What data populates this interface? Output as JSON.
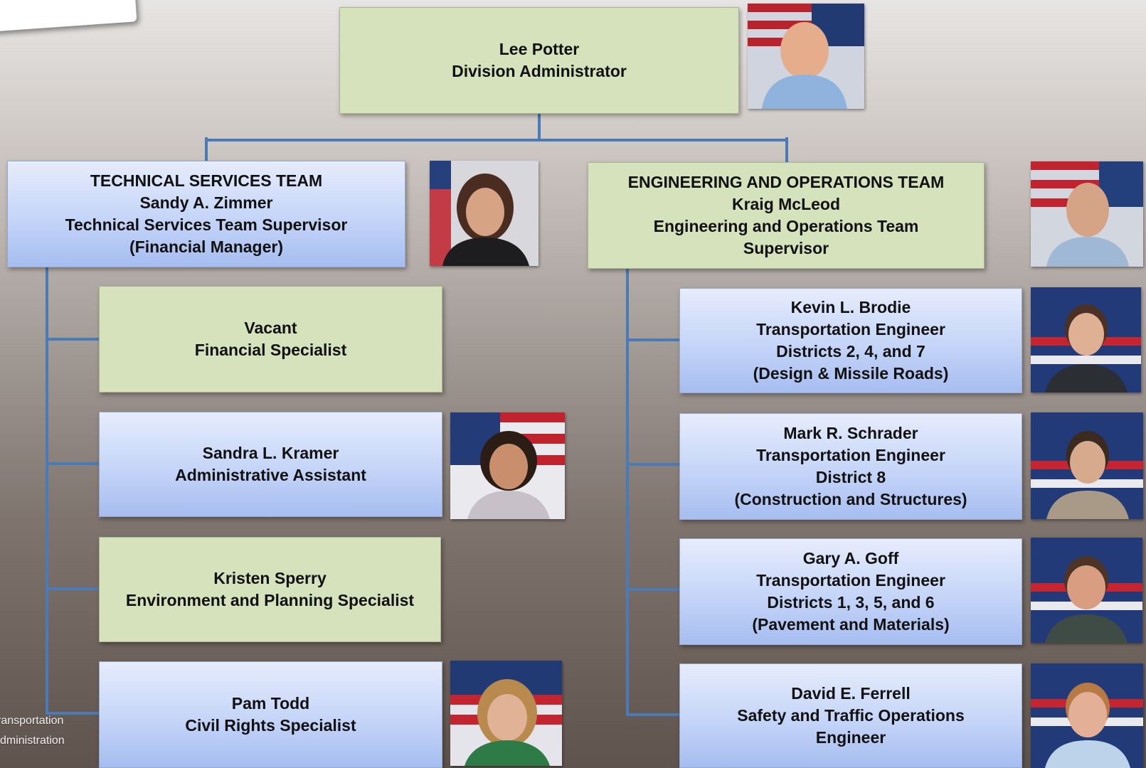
{
  "colors": {
    "connector": "#4a7bb7",
    "green_box": "#d5e2bb",
    "blue_box_top": "#e6ecfb",
    "blue_box_bottom": "#a6bdf0"
  },
  "logo": {
    "line1": "ransportation",
    "line2": "dministration"
  },
  "root": {
    "name": "Lee Potter",
    "title": "Division Administrator",
    "photo": "portrait-photo"
  },
  "technical_team": {
    "team": "TECHNICAL SERVICES TEAM",
    "name": "Sandy A. Zimmer",
    "title": "Technical Services Team Supervisor",
    "note": "(Financial Manager)",
    "photo": "portrait-photo",
    "members": [
      {
        "name": "Vacant",
        "title": "Financial Specialist"
      },
      {
        "name": "Sandra L. Kramer",
        "title": "Administrative Assistant",
        "photo": "portrait-photo"
      },
      {
        "name": "Kristen Sperry",
        "title": "Environment and Planning Specialist"
      },
      {
        "name": "Pam Todd",
        "title": "Civil Rights Specialist",
        "photo": "portrait-photo"
      }
    ]
  },
  "engineering_team": {
    "team": "ENGINEERING AND OPERATIONS TEAM",
    "name": "Kraig McLeod",
    "title_line1": "Engineering and Operations Team",
    "title_line2": "Supervisor",
    "photo": "portrait-photo",
    "members": [
      {
        "name": "Kevin L. Brodie",
        "title": "Transportation Engineer",
        "districts": "Districts 2, 4, and 7",
        "note": "(Design & Missile Roads)",
        "photo": "portrait-photo"
      },
      {
        "name": "Mark R. Schrader",
        "title": "Transportation Engineer",
        "districts": "District 8",
        "note": "(Construction and Structures)",
        "photo": "portrait-photo"
      },
      {
        "name": "Gary A. Goff",
        "title": "Transportation Engineer",
        "districts": "Districts 1, 3, 5, and 6",
        "note": "(Pavement and Materials)",
        "photo": "portrait-photo"
      },
      {
        "name": "David E. Ferrell",
        "title_line1": "Safety and Traffic Operations",
        "title_line2": "Engineer",
        "photo": "portrait-photo"
      }
    ]
  }
}
